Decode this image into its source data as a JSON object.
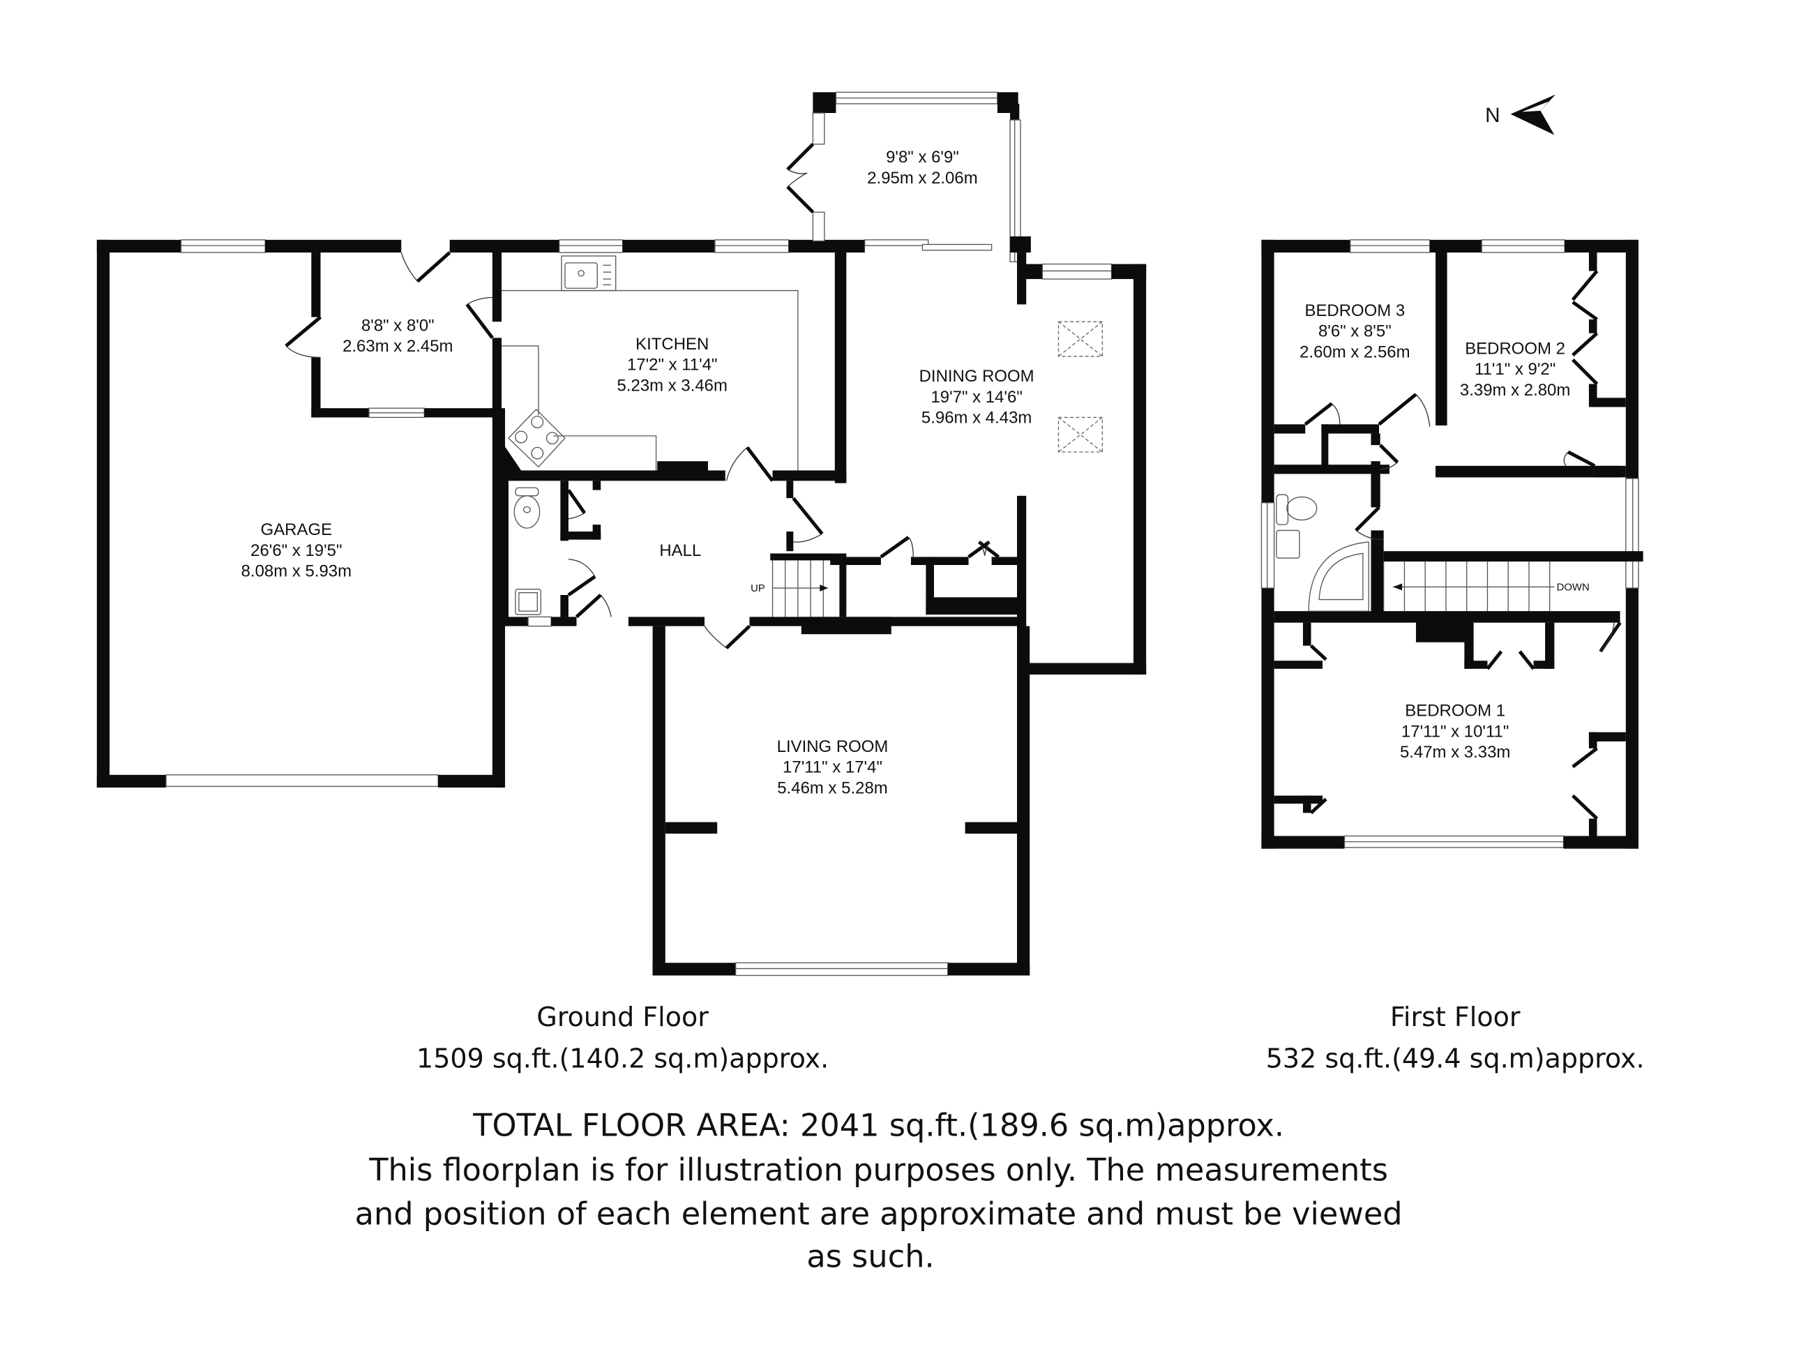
{
  "compass": {
    "label": "N",
    "icon": "north-arrow-icon"
  },
  "ground_floor": {
    "title": "Ground Floor",
    "area": "1509 sq.ft.(140.2 sq.m)approx.",
    "rooms": {
      "garage": {
        "name": "GARAGE",
        "imperial": "26'6\" x 19'5\"",
        "metric": "8.08m x 5.93m"
      },
      "utility": {
        "name": "",
        "imperial": "8'8\" x 8'0\"",
        "metric": "2.63m x 2.45m"
      },
      "kitchen": {
        "name": "KITCHEN",
        "imperial": "17'2\" x 11'4\"",
        "metric": "5.23m x 3.46m"
      },
      "conservatory": {
        "name": "",
        "imperial": "9'8\" x 6'9\"",
        "metric": "2.95m x 2.06m"
      },
      "dining": {
        "name": "DINING ROOM",
        "imperial": "19'7\" x 14'6\"",
        "metric": "5.96m x 4.43m"
      },
      "hall": {
        "name": "HALL"
      },
      "living": {
        "name": "LIVING ROOM",
        "imperial": "17'11\" x 17'4\"",
        "metric": "5.46m x 5.28m"
      }
    },
    "stairs_label": "UP"
  },
  "first_floor": {
    "title": "First Floor",
    "area": "532 sq.ft.(49.4 sq.m)approx.",
    "rooms": {
      "bedroom3": {
        "name": "BEDROOM 3",
        "imperial": "8'6\" x 8'5\"",
        "metric": "2.60m x 2.56m"
      },
      "bedroom2": {
        "name": "BEDROOM 2",
        "imperial": "11'1\" x 9'2\"",
        "metric": "3.39m x 2.80m"
      },
      "bedroom1": {
        "name": "BEDROOM 1",
        "imperial": "17'11\" x 10'11\"",
        "metric": "5.47m x 3.33m"
      }
    },
    "stairs_label": "DOWN"
  },
  "total": {
    "line1": "TOTAL FLOOR AREA: 2041 sq.ft.(189.6 sq.m)approx.",
    "line2": "This floorplan is for illustration purposes only. The measurements",
    "line3": "and position of each element are approximate and must be viewed",
    "line4": "as such."
  }
}
